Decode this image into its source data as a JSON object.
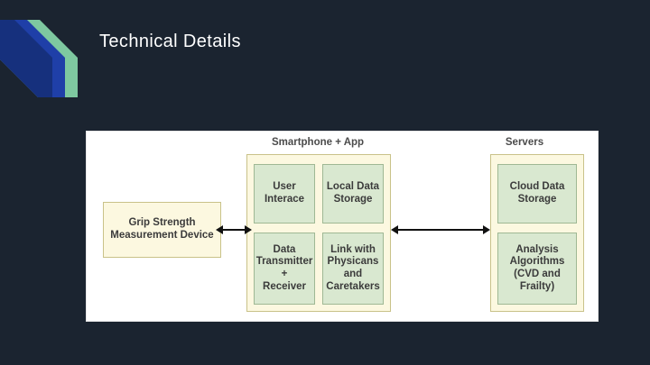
{
  "slide": {
    "title": "Technical Details",
    "background_color": "#1b2430",
    "title_color": "#ffffff"
  },
  "decoration": {
    "ribbon_blue": "#1f3fa8",
    "ribbon_green": "#7ec8a0"
  },
  "diagram": {
    "background_color": "#ffffff",
    "group_fill": "#fcf8e0",
    "node_fill": "#d9e8d0",
    "groups": [
      {
        "label": "Smartphone + App"
      },
      {
        "label": "Servers"
      }
    ],
    "device": {
      "label": "Grip Strength Measurement Device",
      "line1": "Grip Strength",
      "line2": "Measurement",
      "line3": "Device"
    },
    "nodes": [
      {
        "id": "user-interface",
        "line1": "User",
        "line2": "Interace",
        "line3": "",
        "line4": ""
      },
      {
        "id": "local-data-storage",
        "line1": "Local Data",
        "line2": "Storage",
        "line3": "",
        "line4": ""
      },
      {
        "id": "data-transmitter-receiver",
        "line1": "Data",
        "line2": "Transmitter",
        "line3": "+",
        "line4": "Receiver"
      },
      {
        "id": "link-with-physicians",
        "line1": "Link with",
        "line2": "Physicans",
        "line3": "and",
        "line4": "Caretakers"
      },
      {
        "id": "cloud-data-storage",
        "line1": "Cloud Data",
        "line2": "Storage",
        "line3": "",
        "line4": ""
      },
      {
        "id": "analysis-algorithms",
        "line1": "Analysis",
        "line2": "Algorithms",
        "line3": "(CVD and",
        "line4": "Frailty)"
      }
    ],
    "arrows": [
      {
        "id": "device-to-smartphone",
        "direction": "bidirectional"
      },
      {
        "id": "smartphone-to-servers",
        "direction": "bidirectional"
      }
    ]
  }
}
